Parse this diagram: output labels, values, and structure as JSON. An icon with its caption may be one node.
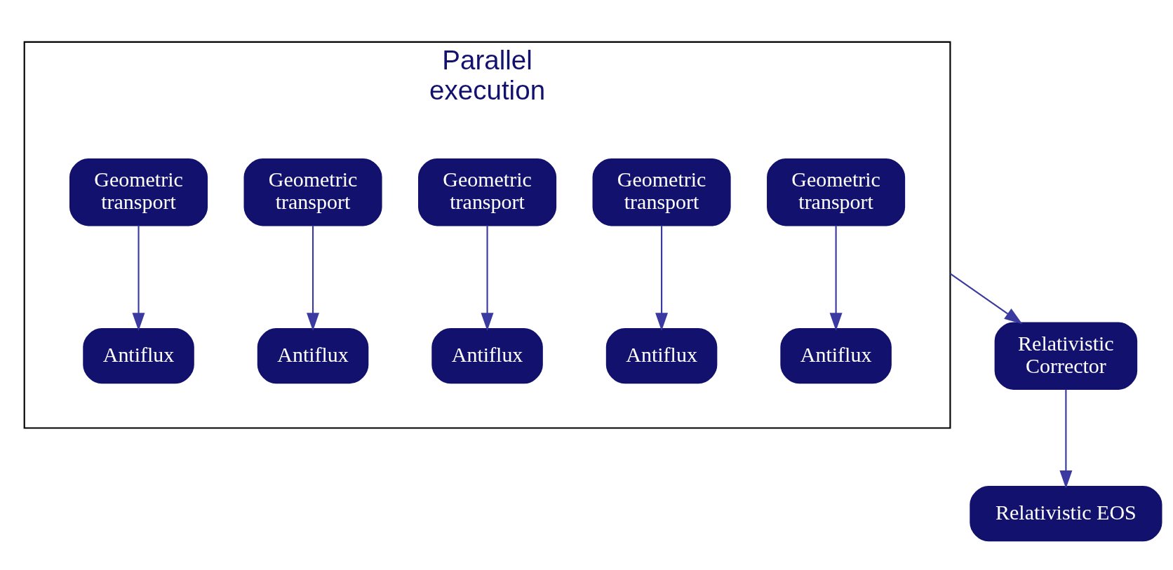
{
  "diagram": {
    "nodes": [
      {
        "text": [
          "Parallel execution"
        ]
      },
      {
        "text": [
          "Geometric transport"
        ],
        "in": 0
      },
      {
        "text": [
          "Geometric transport"
        ],
        "in": 0
      },
      {
        "text": [
          "Geometric transport"
        ],
        "in": 0
      },
      {
        "text": [
          "Geometric transport"
        ],
        "in": 0
      },
      {
        "text": [
          "Geometric transport"
        ],
        "in": 0
      },
      {
        "text": [
          "Antiflux"
        ],
        "in": 0
      },
      {
        "text": [
          "Antiflux"
        ],
        "in": 0
      },
      {
        "text": [
          "Antiflux"
        ],
        "in": 0
      },
      {
        "text": [
          "Antiflux"
        ],
        "in": 0
      },
      {
        "text": [
          "Antiflux"
        ],
        "in": 0
      },
      {
        "text": [
          "Relativistic Corrector"
        ]
      },
      {
        "text": [
          "Relativistic EOS"
        ]
      }
    ],
    "edges": [
      {
        "from": 1,
        "to": 6,
        "arrow": "to"
      },
      {
        "from": 2,
        "to": 7,
        "arrow": "to"
      },
      {
        "from": 3,
        "to": 8,
        "arrow": "to"
      },
      {
        "from": 4,
        "to": 9,
        "arrow": "to"
      },
      {
        "from": 5,
        "to": 10,
        "arrow": "to"
      },
      {
        "from": 0,
        "to": 11,
        "arrow": "to"
      },
      {
        "from": 11,
        "to": 12,
        "arrow": "to"
      }
    ]
  }
}
